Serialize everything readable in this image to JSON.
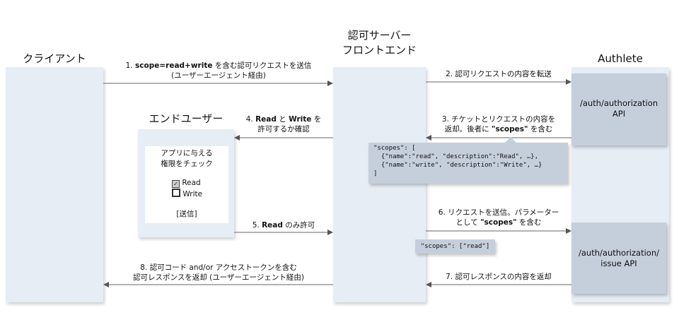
{
  "titles": {
    "client": "クライアント",
    "auth_server_line1": "認可サーバー",
    "auth_server_line2": "フロントエンド",
    "authlete": "Authlete",
    "end_user": "エンドユーザー"
  },
  "apis": {
    "authorization": "/auth/authorization API",
    "issue": "/auth/authorization/ issue API"
  },
  "steps": {
    "s1_prefix": "1. ",
    "s1_bold": "scope=read+write",
    "s1_rest": " を含む認可リクエストを送信",
    "s1_line2": "(ユーザーエージェント経由)",
    "s2": "2. 認可リクエストの内容を転送",
    "s3_line1": "3. チケットとリクエストの内容を",
    "s3_line2_prefix": "返却。後者に ",
    "s3_line2_bold": "\"scopes\"",
    "s3_line2_suffix": " を含む",
    "s4_prefix": "4. ",
    "s4_read": "Read",
    "s4_mid": " と ",
    "s4_write": "Write",
    "s4_suffix": " を",
    "s4_line2": "許可するか確認",
    "s5_prefix": "5. ",
    "s5_read": "Read",
    "s5_suffix": " のみ許可",
    "s6_line1": "6. リクエストを送信。パラメーター",
    "s6_line2_prefix": "として ",
    "s6_line2_bold": "\"scopes\"",
    "s6_line2_suffix": " を含む",
    "s7": "7. 認可レスポンスの内容を返却",
    "s8_line1": "8. 認可コード and/or アクセストークンを含む",
    "s8_line2": "認可レスポンスを返却 (ユーザーエージェント経由)"
  },
  "code": {
    "scopes_response": "\"scopes\": [\n  {\"name\":\"read\", \"description\":\"Read\", …},\n  {\"name\":\"write\", \"description\":\"Write\", …}\n]",
    "scopes_request": "\"scopes\": [\"read\"]"
  },
  "consent": {
    "heading_line1": "アプリに与える",
    "heading_line2": "権限をチェック",
    "read_label": "Read",
    "write_label": "Write",
    "submit": "[送信]",
    "read_checked": true,
    "write_checked": false
  }
}
